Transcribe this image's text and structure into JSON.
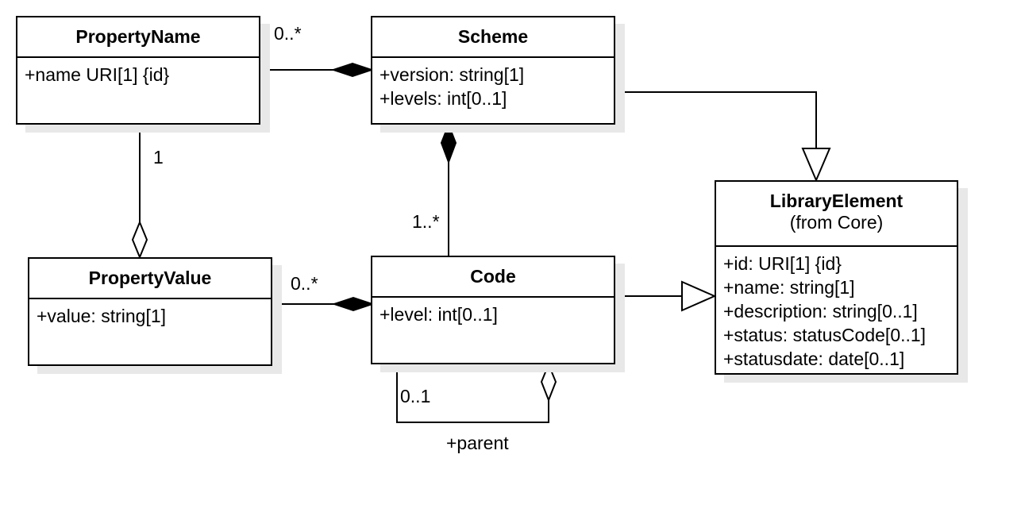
{
  "classes": {
    "property_name": {
      "name": "PropertyName",
      "attributes": [
        "+name URI[1] {id}"
      ]
    },
    "scheme": {
      "name": "Scheme",
      "attributes": [
        "+version: string[1]",
        "+levels: int[0..1]"
      ]
    },
    "property_value": {
      "name": "PropertyValue",
      "attributes": [
        "+value: string[1]"
      ]
    },
    "code": {
      "name": "Code",
      "attributes": [
        "+level: int[0..1]"
      ]
    },
    "library_element": {
      "name": "LibraryElement",
      "stereotype": "(from Core)",
      "attributes": [
        "+id: URI[1] {id}",
        "+name: string[1]",
        "+description: string[0..1]",
        "+status: statusCode[0..1]",
        "+statusdate: date[0..1]"
      ]
    }
  },
  "multiplicities": {
    "propertyname_scheme": "0..*",
    "propertyname_propertyvalue": "1",
    "code_scheme": "1..*",
    "propertyvalue_code": "0..*",
    "code_parent": "0..1"
  },
  "roles": {
    "parent": "+parent"
  }
}
